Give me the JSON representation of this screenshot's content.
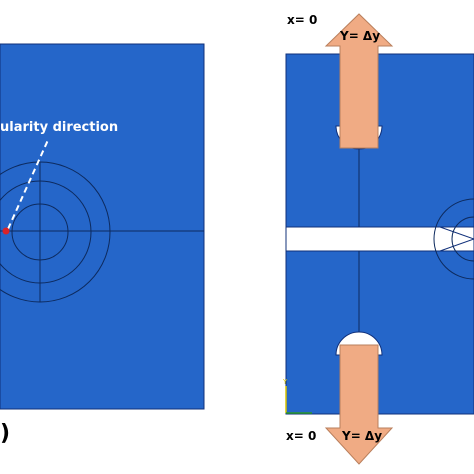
{
  "colors": {
    "plate": "#2566c9",
    "plate_edge": "#10307a",
    "mesh_line": "#0d2a5e",
    "arrow": "#f0ab84",
    "arrow_edge": "#b97f5c",
    "direction_line": "#ffffff",
    "crack_tip": "#d8232a"
  },
  "left_panel": {
    "direction_label": "ularity direction",
    "panel_tag": ")"
  },
  "right_panel": {
    "top_bc": {
      "x_label": "x= 0",
      "y_label": "Y= Δy"
    },
    "bottom_bc": {
      "x_label": "x= 0",
      "y_label": "Y= Δy"
    },
    "axis_y_label": "Y"
  }
}
